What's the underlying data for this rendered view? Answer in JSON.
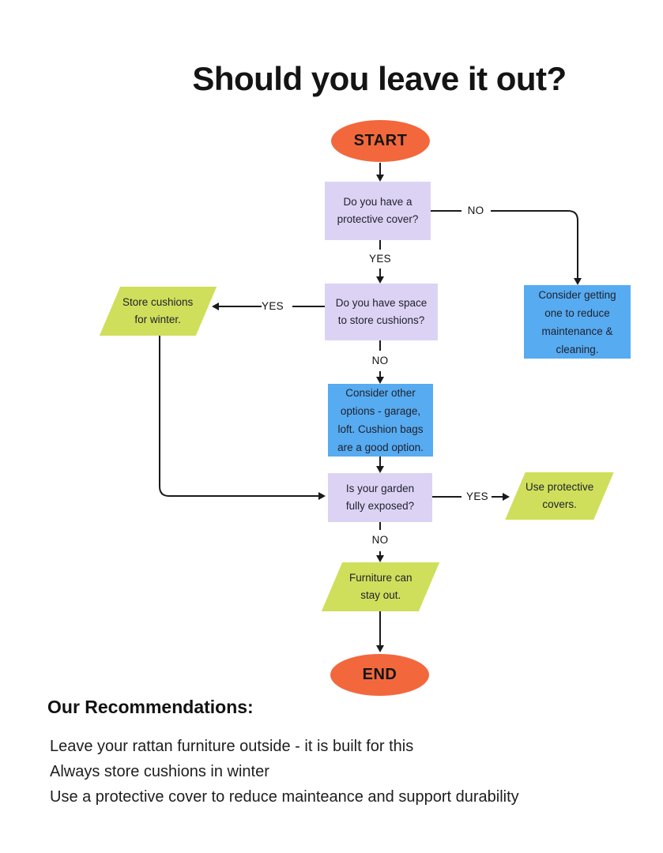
{
  "title": "Should you leave it out?",
  "colors": {
    "orange": "#F2683C",
    "purple": "#DCD3F4",
    "blue": "#56ABF1",
    "green": "#CFDF5B",
    "line": "#1A1A1A"
  },
  "flowchart": {
    "start": "START",
    "end": "END",
    "nodes": {
      "cover_question": "Do you have a\nprotective cover?",
      "consider_cover": "Consider getting\none to reduce\nmaintenance &\ncleaning.",
      "space_question": "Do you have space\nto store cushions?",
      "store_cushions": "Store cushions\nfor winter.",
      "other_options": "Consider other\noptions - garage,\nloft. Cushion bags\nare a good option.",
      "exposed_question": "Is your garden\nfully exposed?",
      "use_covers": "Use protective\ncovers.",
      "stay_out": "Furniture can\nstay out."
    },
    "edge_labels": {
      "cover_no": "NO",
      "cover_yes": "YES",
      "space_yes": "YES",
      "space_no": "NO",
      "exposed_yes": "YES",
      "exposed_no": "NO"
    }
  },
  "recommendations": {
    "heading": "Our Recommendations:",
    "items": [
      "Leave your rattan furniture outside - it is built for this",
      "Always store cushions in winter",
      "Use a protective cover to reduce mainteance and support durability"
    ]
  }
}
